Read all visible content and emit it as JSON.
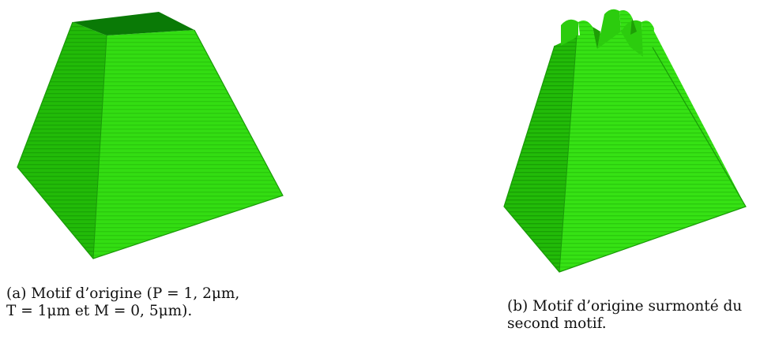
{
  "figures": [
    {
      "id": "a",
      "caption": {
        "line1": "(a) Motif d’origine (P = 1, 2μm,",
        "line2": "T = 1μm et M = 0, 5μm)."
      }
    },
    {
      "id": "b",
      "caption": {
        "line1": "(b) Motif d’origine surmonté du",
        "line2": "second motif."
      }
    }
  ],
  "colors": {
    "face_front": "#33dd12",
    "face_left": "#22bb08",
    "face_top": "#0a7a06",
    "face_right_b": "#1fb006",
    "stripe": "#2aa80c"
  }
}
